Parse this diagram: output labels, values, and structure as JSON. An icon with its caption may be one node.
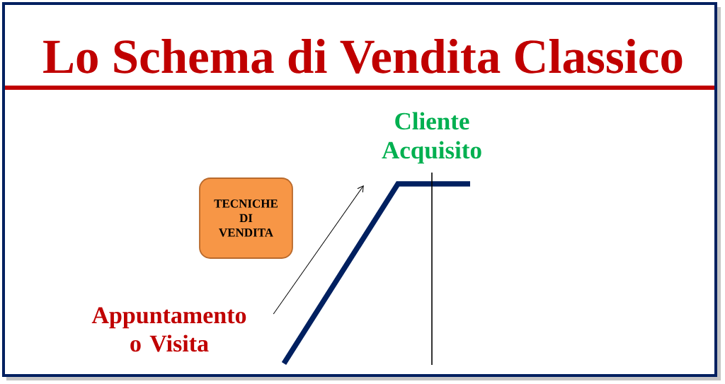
{
  "diagram": {
    "title": "Lo Schema di Vendita Classico",
    "nodes": [
      {
        "text": [
          "Cliente Acquisito"
        ]
      },
      {
        "text": [
          "TECNICHE DI VENDITA"
        ]
      },
      {
        "text": [
          "Appuntamento o Visita"
        ]
      }
    ],
    "edges": [
      {
        "from": 2,
        "to": 0,
        "arrow": "to"
      }
    ]
  }
}
